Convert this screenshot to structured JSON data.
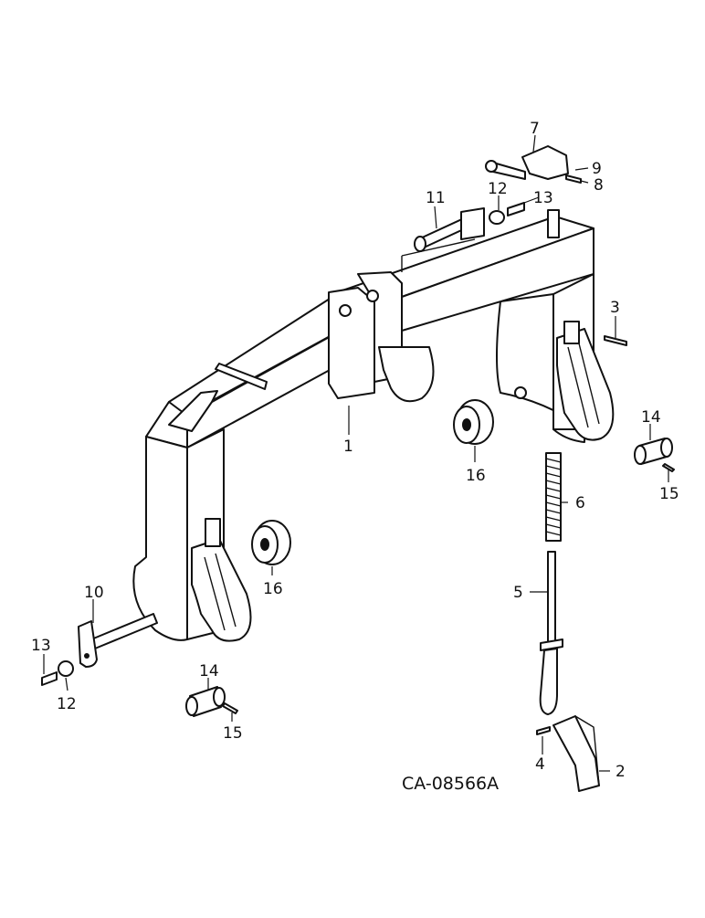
{
  "labels": {
    "p1": "1",
    "p2": "2",
    "p3": "3",
    "p4": "4",
    "p5": "5",
    "p6": "6",
    "p7": "7",
    "p8": "8",
    "p9": "9",
    "p10": "10",
    "p11": "11",
    "p12_top": "12",
    "p13_top": "13",
    "p12_bottom": "12",
    "p13_bottom": "13",
    "p14_right": "14",
    "p15_right": "15",
    "p14_bottom": "14",
    "p15_bottom": "15",
    "p16_center": "16",
    "p16_left": "16"
  },
  "reference": "CA-08566A"
}
